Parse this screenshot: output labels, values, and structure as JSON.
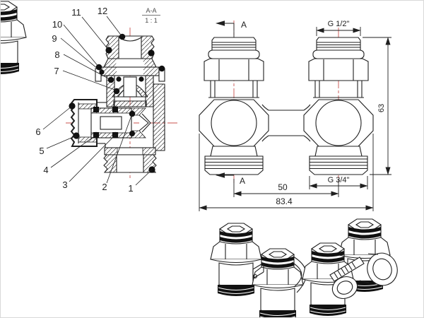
{
  "section_label": {
    "title": "A-A",
    "scale": "1 : 1"
  },
  "callouts": [
    {
      "label": "1"
    },
    {
      "label": "2"
    },
    {
      "label": "3"
    },
    {
      "label": "4"
    },
    {
      "label": "5"
    },
    {
      "label": "6"
    },
    {
      "label": "7"
    },
    {
      "label": "8"
    },
    {
      "label": "9"
    },
    {
      "label": "10"
    },
    {
      "label": "11"
    },
    {
      "label": "12"
    }
  ],
  "front_view": {
    "section_marker_top": "A",
    "section_marker_bottom": "A",
    "top_thread": "G 1/2\"",
    "overall_height": "63",
    "bottom_thread": "G 3/4\"",
    "port_spacing": "50",
    "overall_width": "83.4"
  },
  "colors": {
    "line": "#1f1f1f",
    "centerline": "#c9504e",
    "paper": "#ffffff"
  }
}
